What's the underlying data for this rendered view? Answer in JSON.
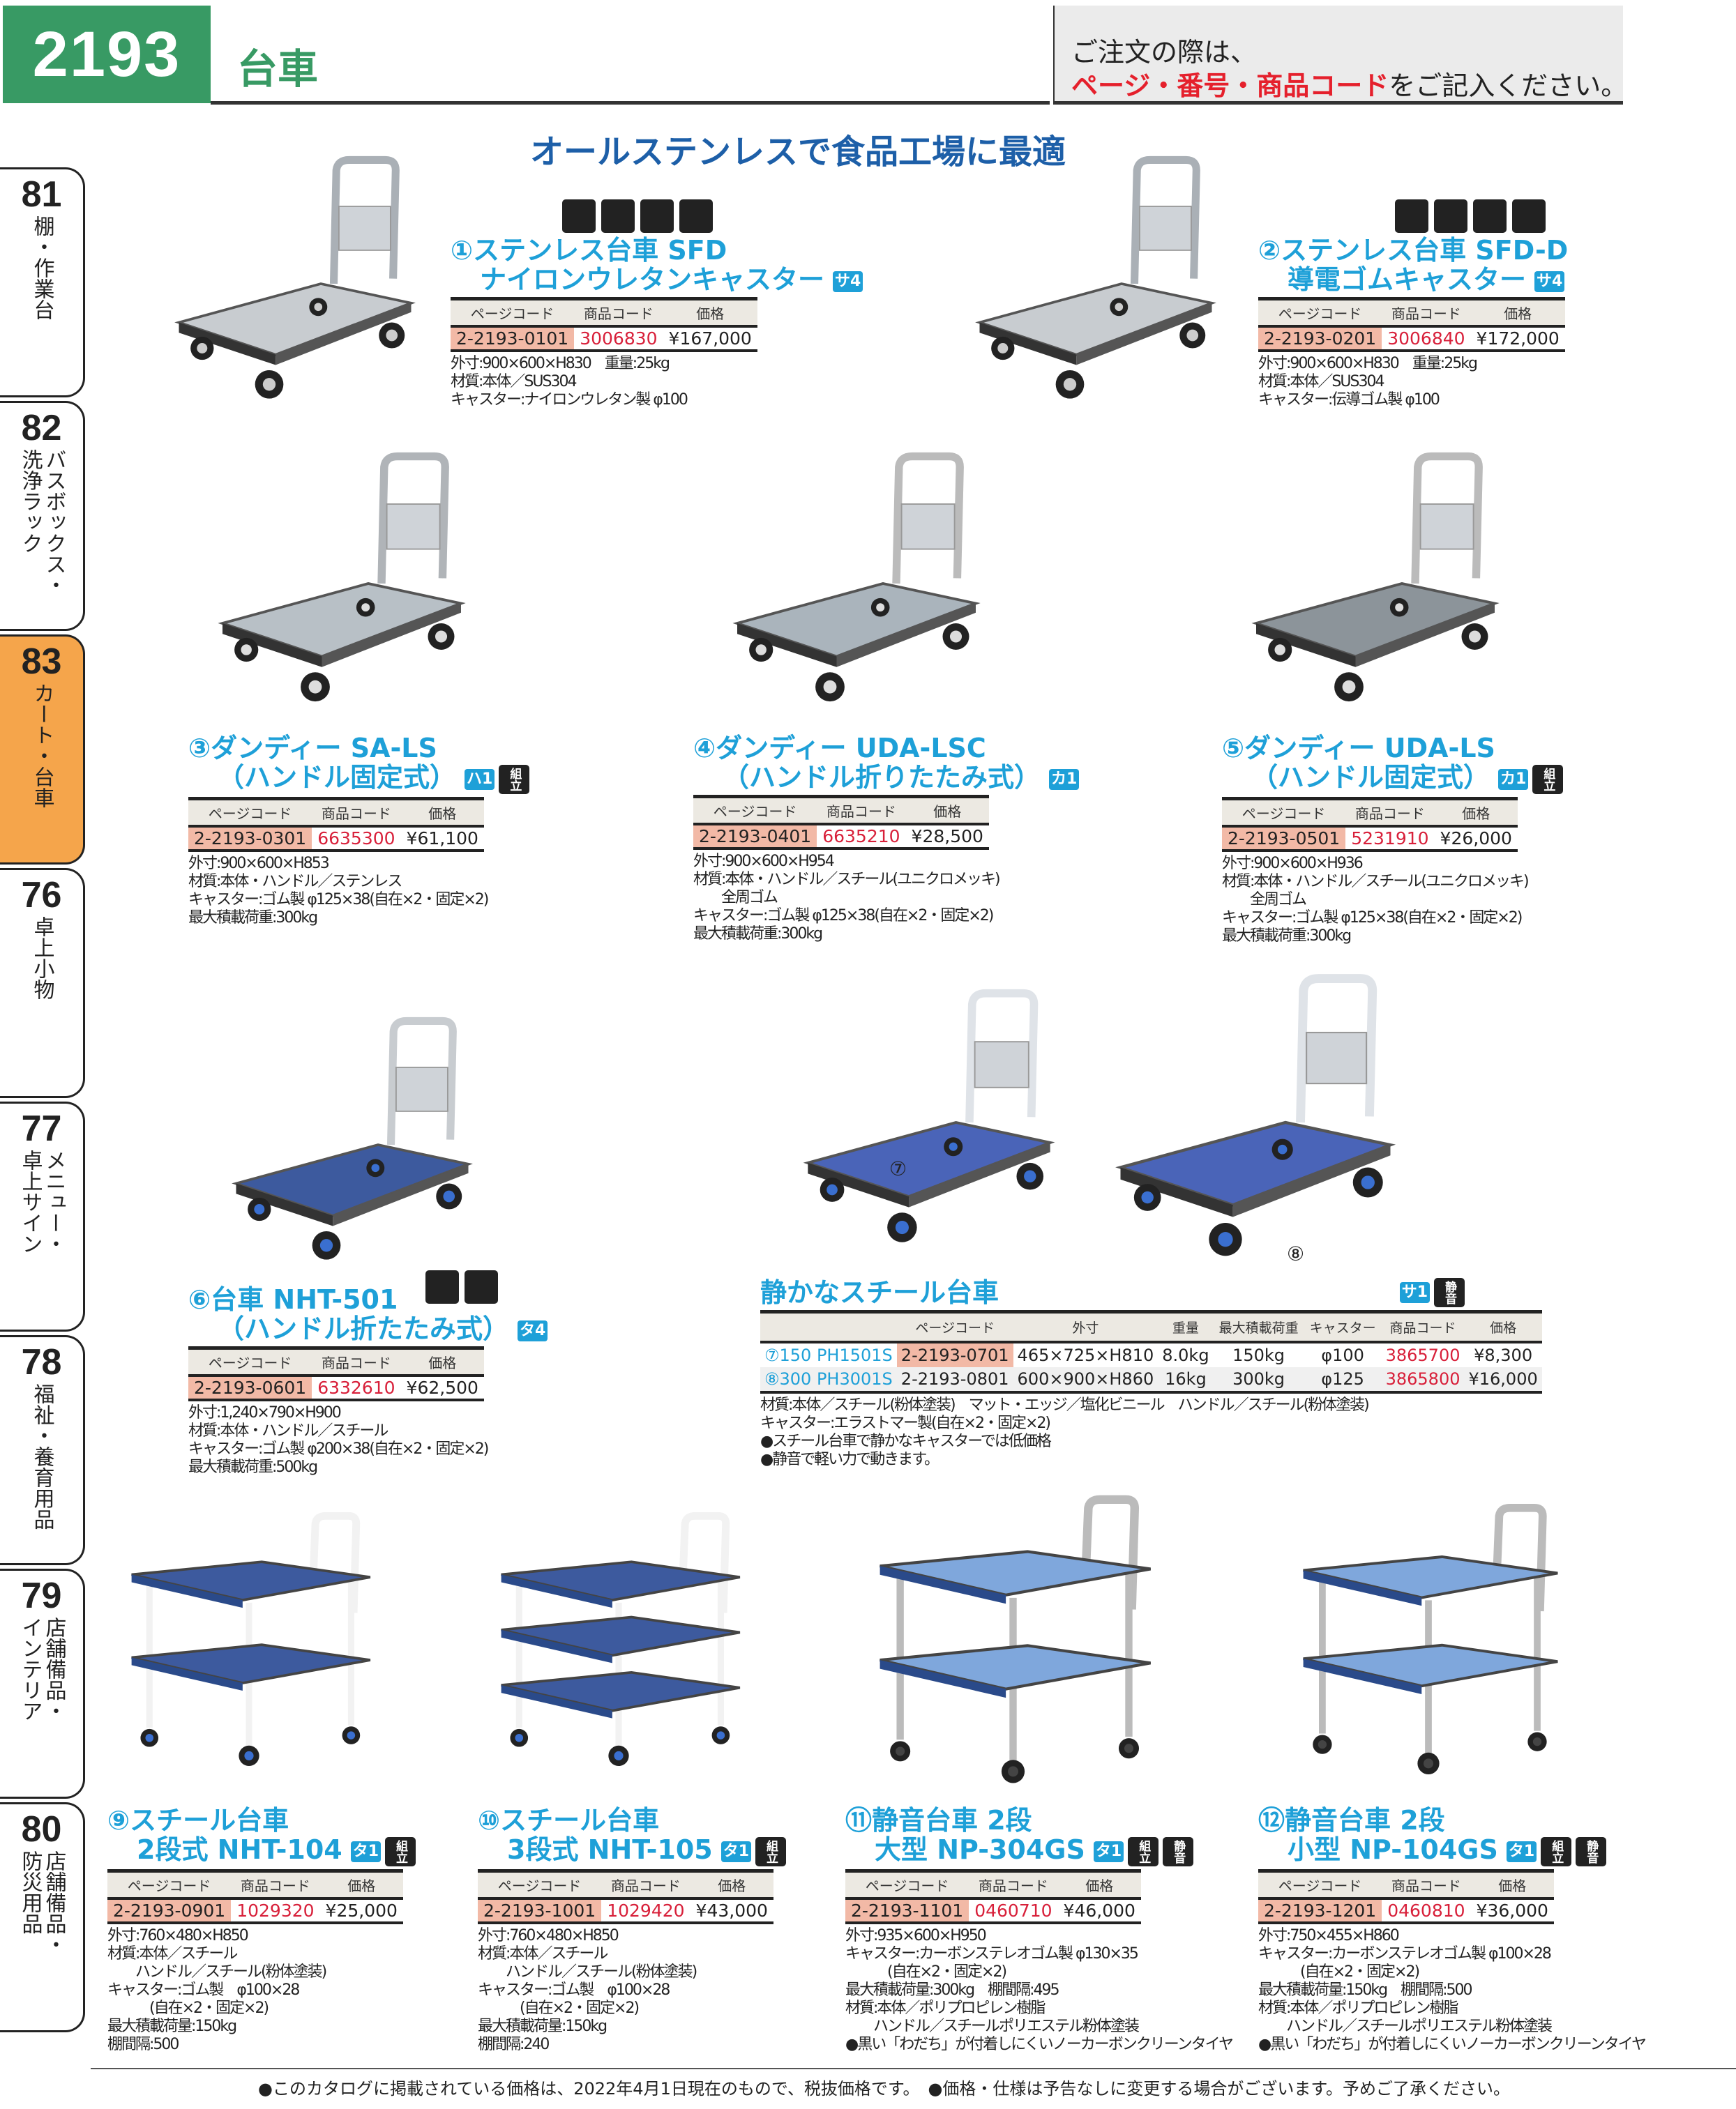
{
  "header": {
    "page_number": "2193",
    "category": "台車",
    "order_note_line1": "ご注文の際は、",
    "order_note_highlight": "ページ・番号・商品コード",
    "order_note_rest": "をご記入ください。"
  },
  "subtitle": "オールステンレスで食品工場に最適",
  "sidebar": {
    "tabs": [
      {
        "num": "81",
        "label": "棚・作業台"
      },
      {
        "num": "82",
        "label": "バスボックス・\n洗浄ラック"
      },
      {
        "num": "83",
        "label": "カート・台車",
        "active": true
      },
      {
        "num": "76",
        "label": "卓上小物"
      },
      {
        "num": "77",
        "label": "メニュー・\n卓上サイン"
      },
      {
        "num": "78",
        "label": "福祉・養育用品"
      },
      {
        "num": "79",
        "label": "店舗備品・\nインテリア"
      },
      {
        "num": "80",
        "label": "店舗備品・\n防災用品"
      }
    ]
  },
  "table_headers": {
    "page_code": "ページコード",
    "product_code": "商品コード",
    "price": "価格"
  },
  "products": [
    {
      "title": [
        "①ステンレス台車 SFD",
        "ナイロンウレタンキャスター"
      ],
      "badges": [
        "サ4"
      ],
      "black_icons": [],
      "pictograms": [
        "warehouse-icon",
        "delivery-truck-icon",
        "food-safe-icon",
        "no-return-icon"
      ],
      "page_code": "2-2193-0101",
      "product_code": "3006830",
      "price": "¥167,000",
      "specs": [
        "外寸:900×600×H830　重量:25kg",
        "材質:本体／SUS304",
        "キャスター:ナイロンウレタン製 φ100"
      ]
    },
    {
      "title": [
        "②ステンレス台車 SFD-D",
        "導電ゴムキャスター"
      ],
      "badges": [
        "サ4"
      ],
      "black_icons": [],
      "pictograms": [
        "warehouse-icon",
        "delivery-truck-icon",
        "food-safe-icon",
        "no-return-icon"
      ],
      "page_code": "2-2193-0201",
      "product_code": "3006840",
      "price": "¥172,000",
      "specs": [
        "外寸:900×600×H830　重量:25kg",
        "材質:本体／SUS304",
        "キャスター:伝導ゴム製 φ100"
      ]
    },
    {
      "title": [
        "③ダンディー SA-LS",
        "（ハンドル固定式）"
      ],
      "badges": [
        "ハ1"
      ],
      "black_icons": [
        "組立"
      ],
      "pictograms": [],
      "page_code": "2-2193-0301",
      "product_code": "6635300",
      "price": "¥61,100",
      "specs": [
        "外寸:900×600×H853",
        "材質:本体・ハンドル／ステンレス",
        "キャスター:ゴム製 φ125×38(自在×2・固定×2)",
        "最大積載荷重:300kg"
      ]
    },
    {
      "title": [
        "④ダンディー UDA-LSC",
        "（ハンドル折りたたみ式）"
      ],
      "badges": [
        "カ1"
      ],
      "black_icons": [],
      "pictograms": [],
      "page_code": "2-2193-0401",
      "product_code": "6635210",
      "price": "¥28,500",
      "specs": [
        "外寸:900×600×H954",
        "材質:本体・ハンドル／スチール(ユニクロメッキ)",
        "　　全周ゴム",
        "キャスター:ゴム製 φ125×38(自在×2・固定×2)",
        "最大積載荷重:300kg"
      ]
    },
    {
      "title": [
        "⑤ダンディー UDA-LS",
        "（ハンドル固定式）"
      ],
      "badges": [
        "カ1"
      ],
      "black_icons": [
        "組立"
      ],
      "pictograms": [],
      "page_code": "2-2193-0501",
      "product_code": "5231910",
      "price": "¥26,000",
      "specs": [
        "外寸:900×600×H936",
        "材質:本体・ハンドル／スチール(ユニクロメッキ)",
        "　　全周ゴム",
        "キャスター:ゴム製 φ125×38(自在×2・固定×2)",
        "最大積載荷重:300kg"
      ]
    },
    {
      "title": [
        "⑥台車 NHT-501",
        "（ハンドル折たたみ式）"
      ],
      "badges": [
        "タ4"
      ],
      "black_icons": [],
      "pictograms": [
        "warehouse-icon",
        "delivery-truck-icon"
      ],
      "page_code": "2-2193-0601",
      "product_code": "6332610",
      "price": "¥62,500",
      "specs": [
        "外寸:1,240×790×H900",
        "材質:本体・ハンドル／スチール",
        "キャスター:ゴム製 φ200×38(自在×2・固定×2)",
        "最大積載荷重:500kg"
      ]
    },
    {
      "title": [
        "⑨スチール台車",
        "2段式 NHT-104"
      ],
      "badges": [
        "タ1"
      ],
      "black_icons": [
        "組立"
      ],
      "pictograms": [],
      "page_code": "2-2193-0901",
      "product_code": "1029320",
      "price": "¥25,000",
      "specs": [
        "外寸:760×480×H850",
        "材質:本体／スチール",
        "　　ハンドル／スチール(粉体塗装)",
        "キャスター:ゴム製　φ100×28",
        "　　　(自在×2・固定×2)",
        "最大積載荷量:150kg",
        "棚間隔:500"
      ]
    },
    {
      "title": [
        "⑩スチール台車",
        "3段式 NHT-105"
      ],
      "badges": [
        "タ1"
      ],
      "black_icons": [
        "組立"
      ],
      "pictograms": [],
      "page_code": "2-2193-1001",
      "product_code": "1029420",
      "price": "¥43,000",
      "specs": [
        "外寸:760×480×H850",
        "材質:本体／スチール",
        "　　ハンドル／スチール(粉体塗装)",
        "キャスター:ゴム製　φ100×28",
        "　　　(自在×2・固定×2)",
        "最大積載荷量:150kg",
        "棚間隔:240"
      ]
    },
    {
      "title": [
        "⑪静音台車 2段",
        "大型 NP-304GS"
      ],
      "badges": [
        "タ1"
      ],
      "black_icons": [
        "組立",
        "静音"
      ],
      "pictograms": [],
      "page_code": "2-2193-1101",
      "product_code": "0460710",
      "price": "¥46,000",
      "specs": [
        "外寸:935×600×H950",
        "キャスター:カーボンステレオゴム製 φ130×35",
        "　　　(自在×2・固定×2)",
        "最大積載荷量:300kg　棚間隔:495",
        "材質:本体／ポリプロピレン樹脂",
        "　　ハンドル／スチールポリエステル粉体塗装",
        "●黒い「わだち」が付着しにくいノーカーボンクリーンタイヤ"
      ]
    },
    {
      "title": [
        "⑫静音台車 2段",
        "小型 NP-104GS"
      ],
      "badges": [
        "タ1"
      ],
      "black_icons": [
        "組立",
        "静音"
      ],
      "pictograms": [],
      "page_code": "2-2193-1201",
      "product_code": "0460810",
      "price": "¥36,000",
      "specs": [
        "外寸:750×455×H860",
        "キャスター:カーボンステレオゴム製 φ100×28",
        "　　　(自在×2・固定×2)",
        "最大積載荷量:150kg　棚間隔:500",
        "材質:本体／ポリプロピレン樹脂",
        "　　ハンドル／スチールポリエステル粉体塗装",
        "●黒い「わだち」が付着しにくいノーカーボンクリーンタイヤ"
      ]
    }
  ],
  "quiet": {
    "title": "静かなスチール台車",
    "badges": [
      "サ1"
    ],
    "black_icons": [
      "静音"
    ],
    "headers": [
      "",
      "ページコード",
      "外寸",
      "重量",
      "最大積載荷重",
      "キャスター",
      "商品コード",
      "価格"
    ],
    "rows": [
      {
        "name": "⑦150 PH1501S",
        "page_code": "2-2193-0701",
        "size": "465×725×H810",
        "weight": "8.0kg",
        "load": "150kg",
        "caster": "φ100",
        "product_code": "3865700",
        "price": "¥8,300"
      },
      {
        "name": "⑧300 PH3001S",
        "page_code": "2-2193-0801",
        "size": "600×900×H860",
        "weight": "16kg",
        "load": "300kg",
        "caster": "φ125",
        "product_code": "3865800",
        "price": "¥16,000"
      }
    ],
    "notes": [
      "材質:本体／スチール(粉体塗装)　マット・エッジ／塩化ビニール　ハンドル／スチール(粉体塗装)",
      "キャスター:エラストマー製(自在×2・固定×2)",
      "●スチール台車で静かなキャスターでは低価格",
      "●静音で軽い力で動きます。"
    ],
    "image_labels": [
      "⑦",
      "⑧"
    ]
  },
  "footer": "●このカタログに掲載されている価格は、2022年4月1日現在のもので、税抜価格です。　●価格・仕様は予告なしに変更する場合がございます。予めご了承ください。",
  "colors": {
    "brand_green": "#389a64",
    "title_blue": "#1ea0d8",
    "code_red": "#d8203a",
    "tab_active": "#f5a54b"
  }
}
